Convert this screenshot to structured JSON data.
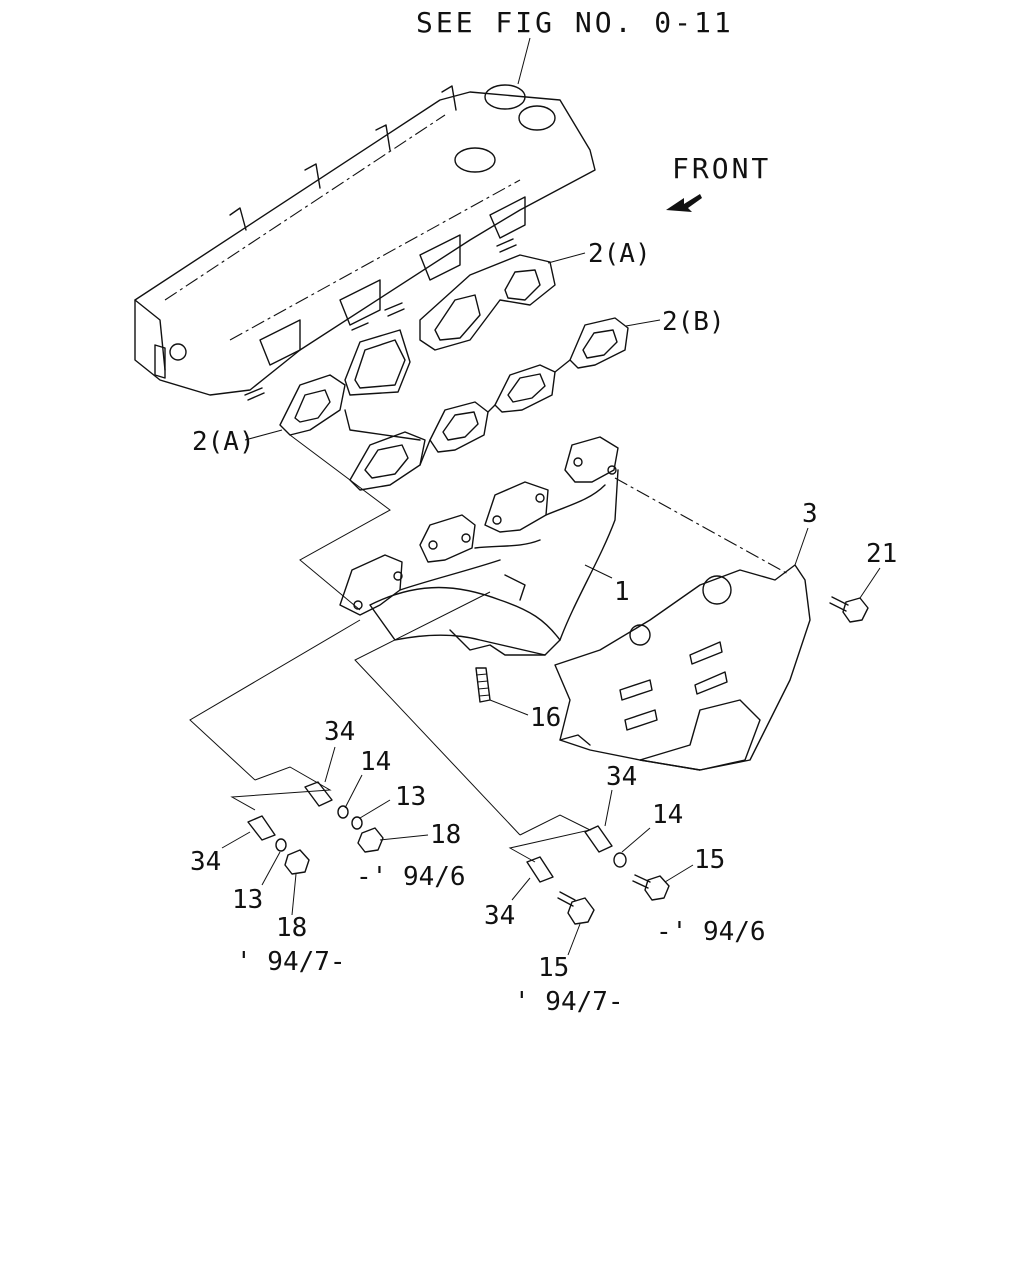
{
  "header": {
    "reference": "SEE FIG NO. 0-11",
    "front_label": "FRONT"
  },
  "callouts": {
    "gasket_2a_upper": "2(A)",
    "gasket_2b": "2(B)",
    "gasket_2a_lower": "2(A)",
    "manifold": "1",
    "heat_shield": "3",
    "bolt_21": "21",
    "stud_16": "16",
    "left_group": {
      "sleeve_upper": "34",
      "washer_14": "14",
      "washer_13_upper": "13",
      "nut_18_upper": "18",
      "date_upper": "-' 94/6",
      "sleeve_lower": "34",
      "washer_13_lower": "13",
      "nut_18_lower": "18",
      "date_lower": "' 94/7-"
    },
    "right_group": {
      "sleeve_upper": "34",
      "washer_14": "14",
      "bolt_15_upper": "15",
      "date_upper": "-' 94/6",
      "sleeve_lower": "34",
      "bolt_15_lower": "15",
      "date_lower": "' 94/7-"
    }
  }
}
